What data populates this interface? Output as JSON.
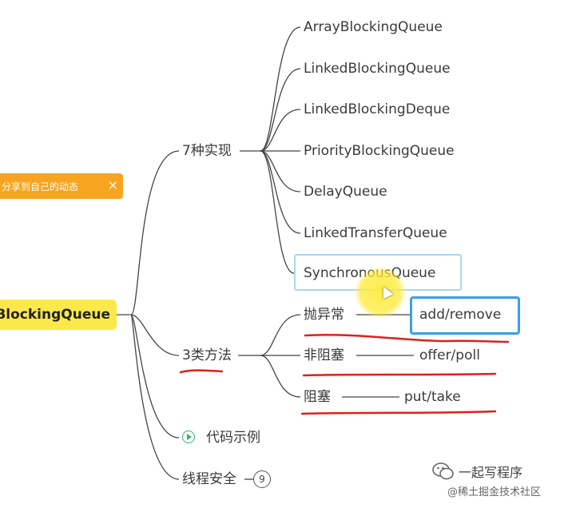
{
  "mindmap": {
    "root": "BlockingQueue",
    "implementations": {
      "label": "7种实现",
      "items": [
        "ArrayBlockingQueue",
        "LinkedBlockingQueue",
        "LinkedBlockingDeque",
        "PriorityBlockingQueue",
        "DelayQueue",
        "LinkedTransferQueue",
        "SynchronousQueue"
      ]
    },
    "methods": {
      "label": "3类方法",
      "items": [
        {
          "label": "抛异常",
          "value": "add/remove"
        },
        {
          "label": "非阻塞",
          "value": "offer/poll"
        },
        {
          "label": "阻塞",
          "value": "put/take"
        }
      ]
    },
    "example": "代码示例",
    "thread_safety": {
      "label": "线程安全",
      "count": "9"
    }
  },
  "toast": {
    "text": "分享到自己的动态",
    "close": "×"
  },
  "watermark": {
    "title": "一起写程序",
    "subtitle": "@稀土掘金技术社区"
  },
  "colors": {
    "root_fill": "#fbe84a",
    "toast_fill": "#f7a520",
    "highlight_border": "#39a0e6",
    "annotation_red": "#e0201a"
  },
  "icons": {
    "play": "play-circle-icon",
    "close": "close-icon",
    "watermark": "wechat-icon",
    "cursor": "mouse-cursor-icon"
  }
}
